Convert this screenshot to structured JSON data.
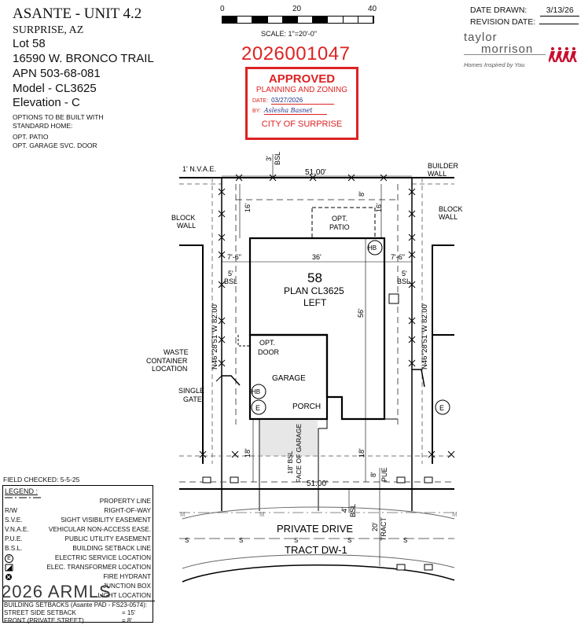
{
  "header": {
    "subdivision": "ASANTE - UNIT 4.2",
    "city": "SURPRISE, AZ",
    "lot": "Lot  58",
    "address": "16590 W. BRONCO TRAIL",
    "apn": "APN  503-68-081",
    "model": "Model - CL3625",
    "elevation": "Elevation - C",
    "options_title_1": "OPTIONS TO BE BUILT WITH",
    "options_title_2": "STANDARD HOME:",
    "options": [
      "OPT.  PATIO",
      "OPT.  GARAGE SVC. DOOR"
    ]
  },
  "scale": {
    "ticks": [
      "0",
      "20",
      "40"
    ],
    "label": "SCALE:  1\"=20'-0\""
  },
  "permit_number": "2026001047",
  "stamp": {
    "approved": "APPROVED",
    "dept": "PLANNING AND ZONING",
    "date_label": "DATE:",
    "date_value": "03/27/2026",
    "by_label": "BY:",
    "by_value": "Aslesha Basnet",
    "city": "CITY OF SURPRISE",
    "color": "#d22222"
  },
  "dates": {
    "drawn_label": "DATE DRAWN:",
    "drawn_value": "3/13/26",
    "revision_label": "REVISION DATE:",
    "revision_value": ""
  },
  "logo": {
    "line1": "taylor",
    "line2": "morrison",
    "tagline": "Homes Inspired by You",
    "accent": "#c8102e"
  },
  "plan": {
    "nvae": "1' N.V.A.E.",
    "builder_wall": "BUILDER\nWALL",
    "block_wall_left": "BLOCK\nWALL",
    "block_wall_right": "BLOCK\nWALL",
    "rear_bsl": "3'",
    "rear_bsl_label": "BSL",
    "rear_width": "51.00'",
    "front_width": "51.00'",
    "rear_setback": "16'",
    "rear_setback_right": "16'",
    "patio_gap": "8'",
    "opt_patio": "OPT.\nPATIO",
    "hb": "HB",
    "side_left": "7'-6\"",
    "side_right": "7'-6\"",
    "house_width": "36'",
    "side_bsl_left": "5'",
    "side_bsl_right": "5'",
    "bsl": "BSL",
    "lot_no": "58",
    "plan_name": "PLAN CL3625",
    "orientation": "LEFT",
    "house_depth": "56'",
    "left_bearing": "N46°28'51\"W 82.00'",
    "right_bearing": "N46°28'51\"W 82.00'",
    "opt_door": "OPT.\nDOOR",
    "waste": "WASTE\nCONTAINER\nLOCATION",
    "single_gate": "SINGLE\nGATE",
    "garage": "GARAGE",
    "porch": "PORCH",
    "elec": "E",
    "front_setback": "18'",
    "face_of_garage": "18' BSL\nFACE OF GARAGE",
    "front_setback_right": "18'",
    "pue_dim": "8'",
    "pue": "PUE",
    "bsl_4": "4'",
    "bsl_4_label": "BSL",
    "tract_dim": "20'",
    "tract_label": "TRACT",
    "private_drive": "PRIVATE DRIVE",
    "tract_name": "TRACT DW-1",
    "sve_mark": "S",
    "vnae_mark": "M"
  },
  "field_checked": "FIELD CHECKED: 5-5-25",
  "legend": {
    "title": "LEGEND :",
    "items": [
      {
        "sym": "",
        "text": "PROPERTY LINE"
      },
      {
        "sym": "R/W",
        "text": "RIGHT-OF-WAY"
      },
      {
        "sym": "S.V.E.",
        "text": "SIGHT VISIBILITY EASEMENT"
      },
      {
        "sym": "V.N.A.E.",
        "text": "VEHICULAR NON-ACCESS EASE."
      },
      {
        "sym": "P.U.E.",
        "text": "PUBLIC UTILITY EASEMENT"
      },
      {
        "sym": "B.S.L.",
        "text": "BUILDING SETBACK LINE"
      },
      {
        "sym": "E",
        "text": "ELECTRIC SERVICE LOCATION"
      },
      {
        "sym": "",
        "text": "ELEC. TRANSFORMER LOCATION"
      },
      {
        "sym": "",
        "text": "FIRE HYDRANT"
      },
      {
        "sym": "",
        "text": "JUNCTION BOX"
      },
      {
        "sym": "",
        "text": "LIGHT LOCATION"
      }
    ]
  },
  "watermark": "2026 ARMLS",
  "setbacks": {
    "title": "BUILDING SETBACKS (Asante PAD - FS23-0574):",
    "street_label": "STREET SIDE SETBACK",
    "street_value": "= 15'",
    "front_label": "FRONT (PRIVATE STREET)",
    "front_value": "= 8'"
  }
}
